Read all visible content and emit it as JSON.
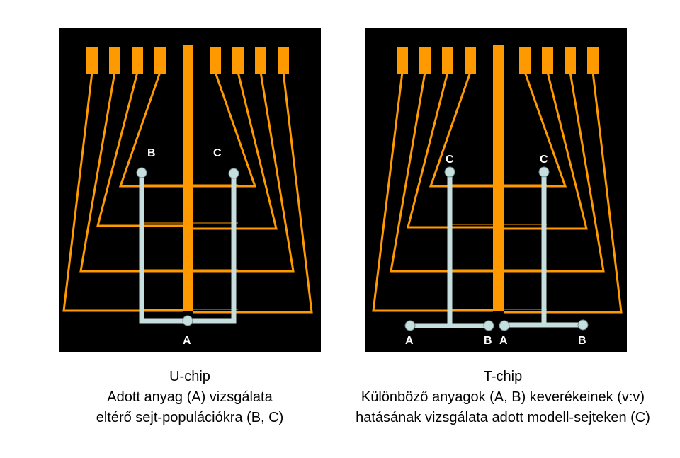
{
  "colors": {
    "background": "#000000",
    "electrode": "#ff9900",
    "channel": "#c6dede",
    "thin_line": "#ff9900",
    "label": "#ffffff"
  },
  "uchip": {
    "labels": {
      "b": "B",
      "c": "C",
      "a": "A"
    },
    "caption": {
      "title": "U-chip",
      "line1": "Adott anyag (A) vizsgálata",
      "line2": "eltérő sejt-populációkra (B, C)"
    }
  },
  "tchip": {
    "labels": {
      "c_left": "C",
      "c_right": "C",
      "a_left": "A",
      "b_left": "B",
      "a_right": "A",
      "b_right": "B"
    },
    "caption": {
      "title": "T-chip",
      "line1": "Különböző anyagok (A, B) keverékeinek (v:v)",
      "line2": "hatásának vizsgálata adott modell-sejteken (C)"
    }
  }
}
